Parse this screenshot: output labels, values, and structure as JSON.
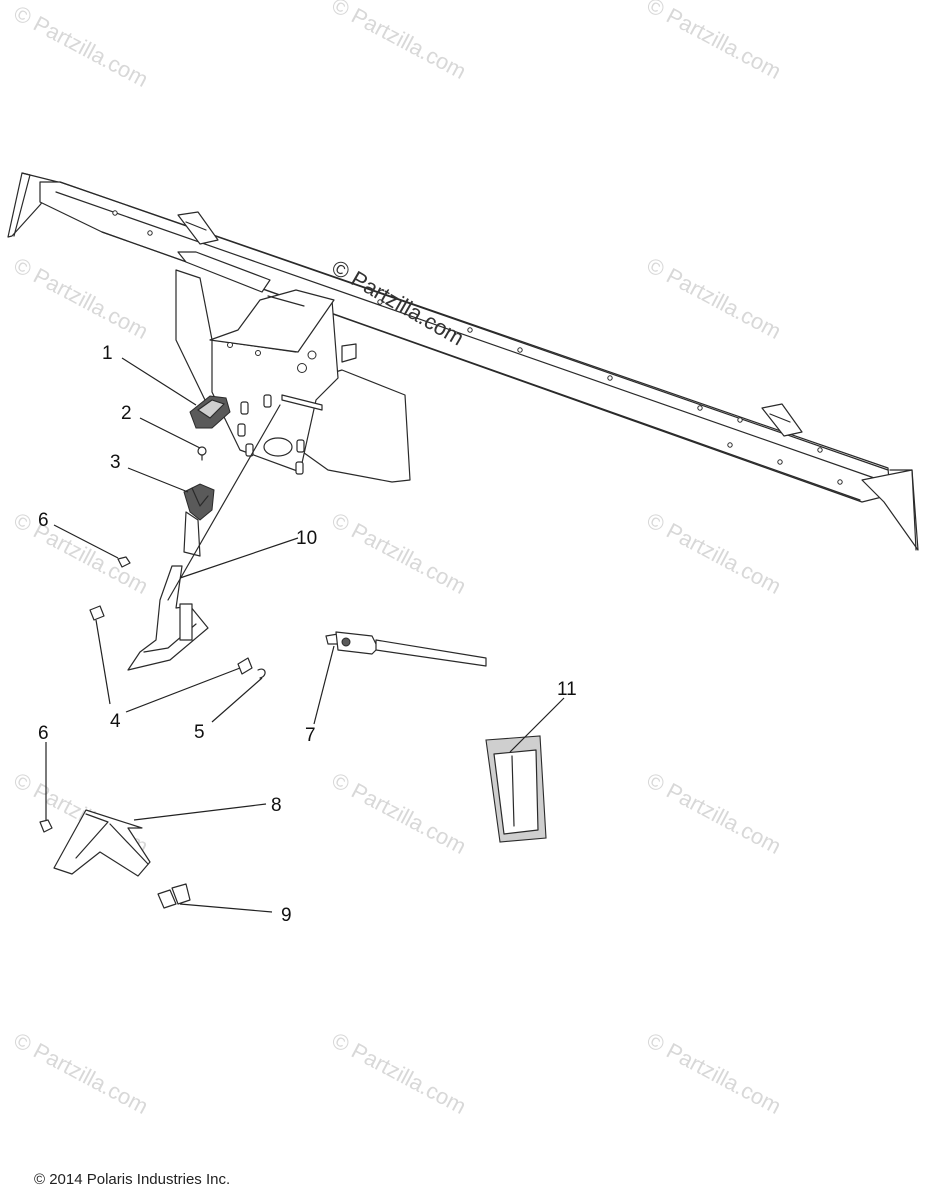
{
  "watermark": "© Partzilla.com",
  "watermark_center": "© Partzilla.com",
  "copyright": "© 2014 Polaris Industries Inc.",
  "callouts": [
    "1",
    "2",
    "3",
    "4",
    "5",
    "6",
    "6",
    "7",
    "8",
    "9",
    "10",
    "11"
  ]
}
